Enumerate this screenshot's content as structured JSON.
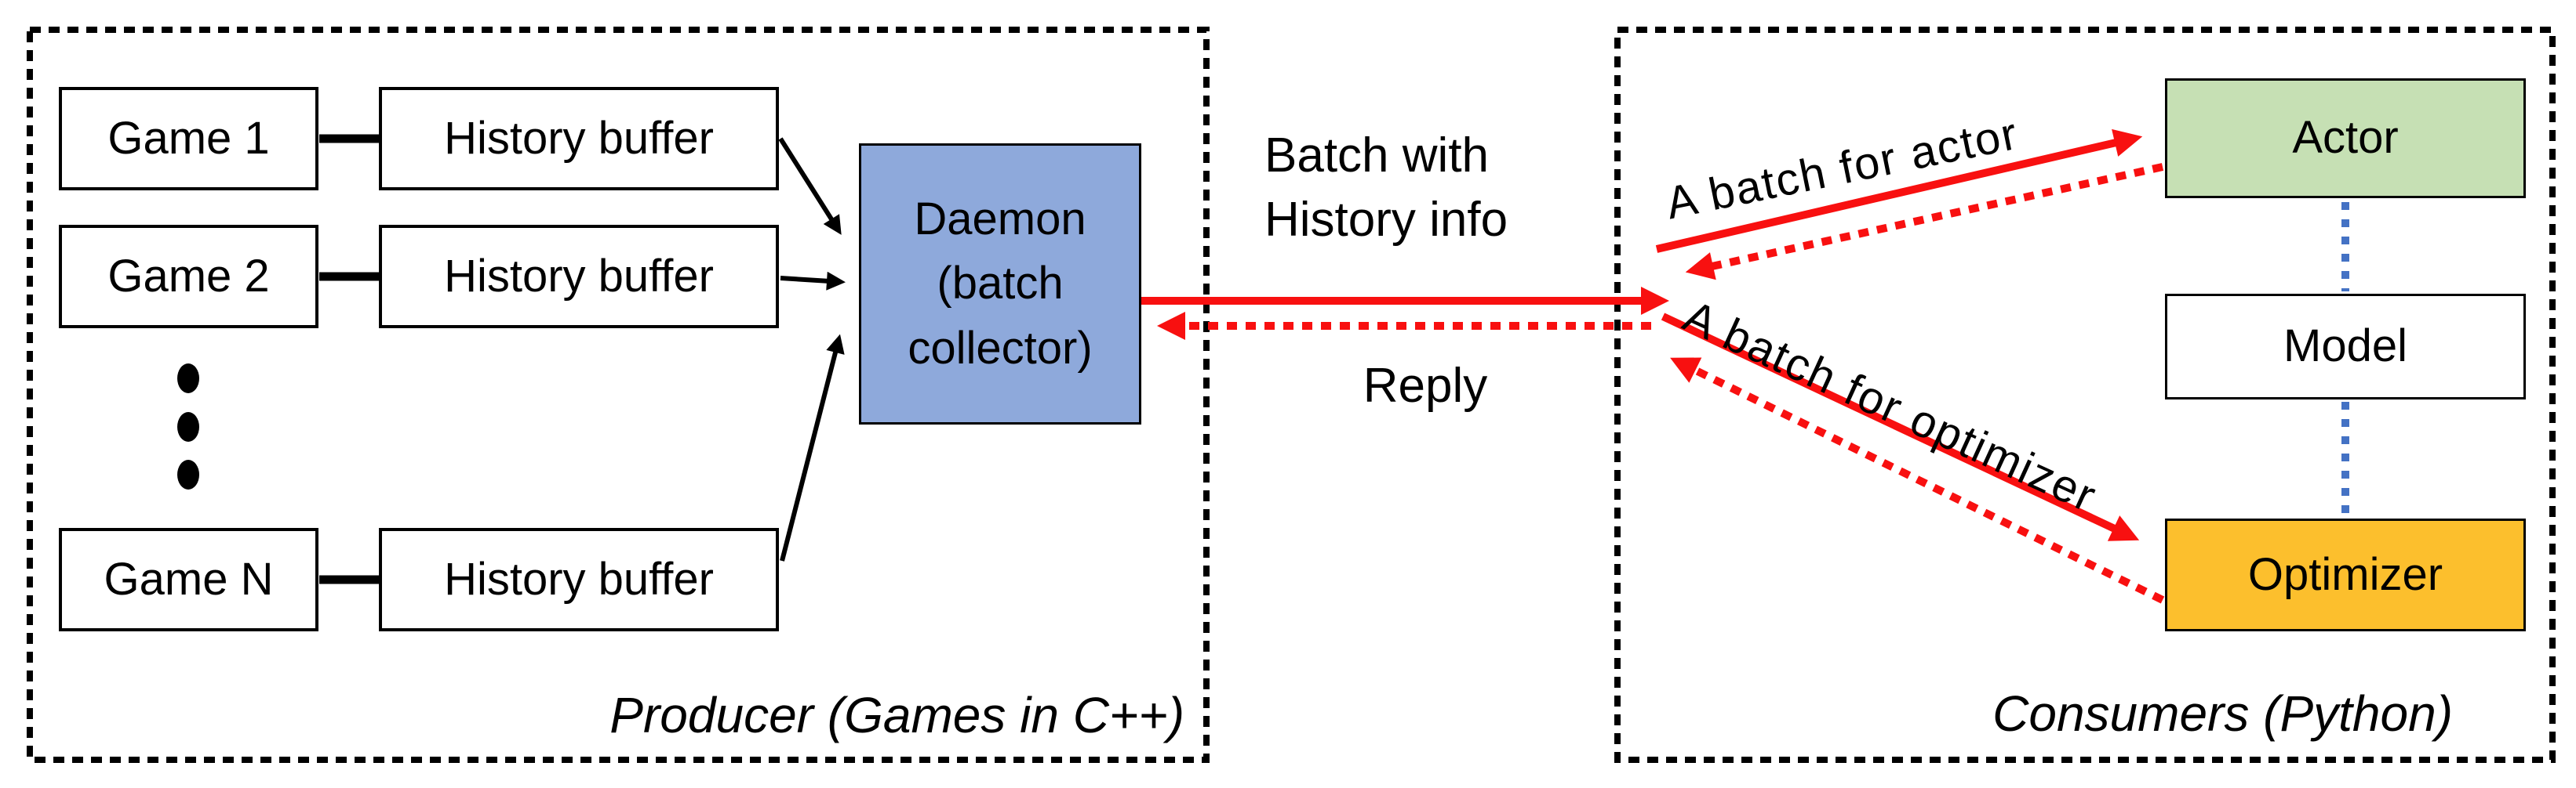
{
  "diagram": {
    "producer": {
      "region_label": "Producer (Games in C++)",
      "games": [
        "Game 1",
        "Game 2",
        "Game N"
      ],
      "history_buffer_label": "History buffer",
      "daemon_label": "Daemon (batch collector)"
    },
    "consumers": {
      "region_label": "Consumers (Python)",
      "actor_label": "Actor",
      "model_label": "Model",
      "optimizer_label": "Optimizer"
    },
    "flows": {
      "batch_label": "Batch with History info",
      "reply_label": "Reply",
      "actor_batch_label": "A batch for actor",
      "optimizer_batch_label": "A batch for optimizer"
    },
    "colors": {
      "daemon_fill": "#8EA9DB",
      "actor_fill": "#C6E0B4",
      "optimizer_fill": "#FCBF2D",
      "arrow_red": "#F81010",
      "link_blue": "#4472C4"
    }
  }
}
